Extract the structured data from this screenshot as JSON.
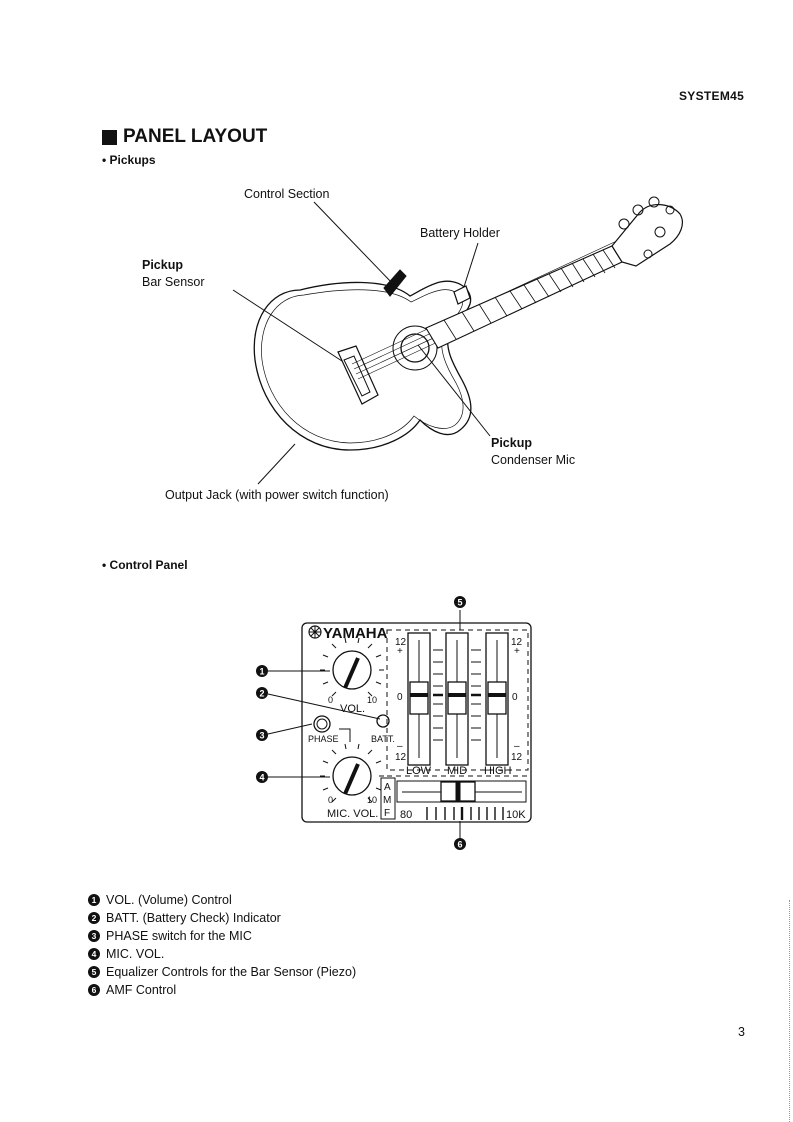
{
  "header": {
    "model": "SYSTEM45"
  },
  "section": {
    "title": "PANEL LAYOUT"
  },
  "pickups": {
    "heading": "• Pickups",
    "control_section": "Control Section",
    "battery_holder": "Battery Holder",
    "pickup_bar_title": "Pickup",
    "pickup_bar_sub": "Bar Sensor",
    "pickup_mic_title": "Pickup",
    "pickup_mic_sub": "Condenser Mic",
    "output_jack": "Output Jack (with power switch function)"
  },
  "control_panel": {
    "heading": "• Control Panel",
    "brand": "YAMAHA",
    "vol_label": "VOL.",
    "batt_label": "BATT.",
    "phase_label": "PHASE",
    "mic_vol_label": "MIC. VOL.",
    "knob_min": "0",
    "knob_max": "10",
    "eq_top": "12",
    "eq_plus": "+",
    "eq_zero": "0",
    "eq_minus": "–",
    "eq_bottom": "12",
    "eq_low": "LOW",
    "eq_mid": "MID",
    "eq_high": "HIGH",
    "amf_letters": [
      "A",
      "M",
      "F"
    ],
    "amf_min": "80",
    "amf_max": "10K"
  },
  "callouts": [
    "1",
    "2",
    "3",
    "4",
    "5",
    "6"
  ],
  "legend": [
    {
      "num": "1",
      "text": "VOL. (Volume) Control"
    },
    {
      "num": "2",
      "text": "BATT. (Battery Check) Indicator"
    },
    {
      "num": "3",
      "text": "PHASE switch for the MIC"
    },
    {
      "num": "4",
      "text": "MIC. VOL."
    },
    {
      "num": "5",
      "text": "Equalizer Controls for the Bar Sensor (Piezo)"
    },
    {
      "num": "6",
      "text": "AMF Control"
    }
  ],
  "page_number": "3"
}
